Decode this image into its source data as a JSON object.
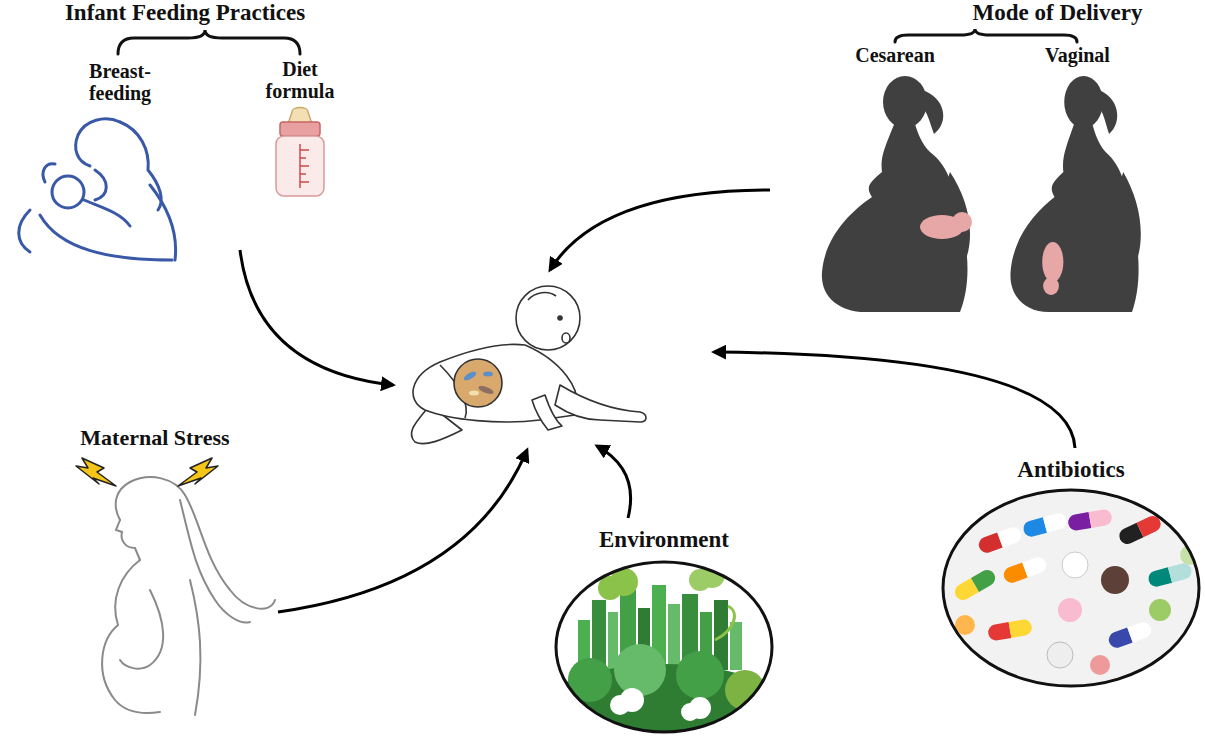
{
  "diagram": {
    "nodes": [
      {
        "text": [
          "Environment"
        ]
      },
      {
        "text": [
          "Antibiotics"
        ]
      }
    ],
    "labels": [
      "Infant Feeding Practices",
      "Breast- feeding",
      "Diet formula",
      "Mode of Delivery",
      "Cesarean",
      "Vaginal",
      "Maternal Stress"
    ]
  }
}
